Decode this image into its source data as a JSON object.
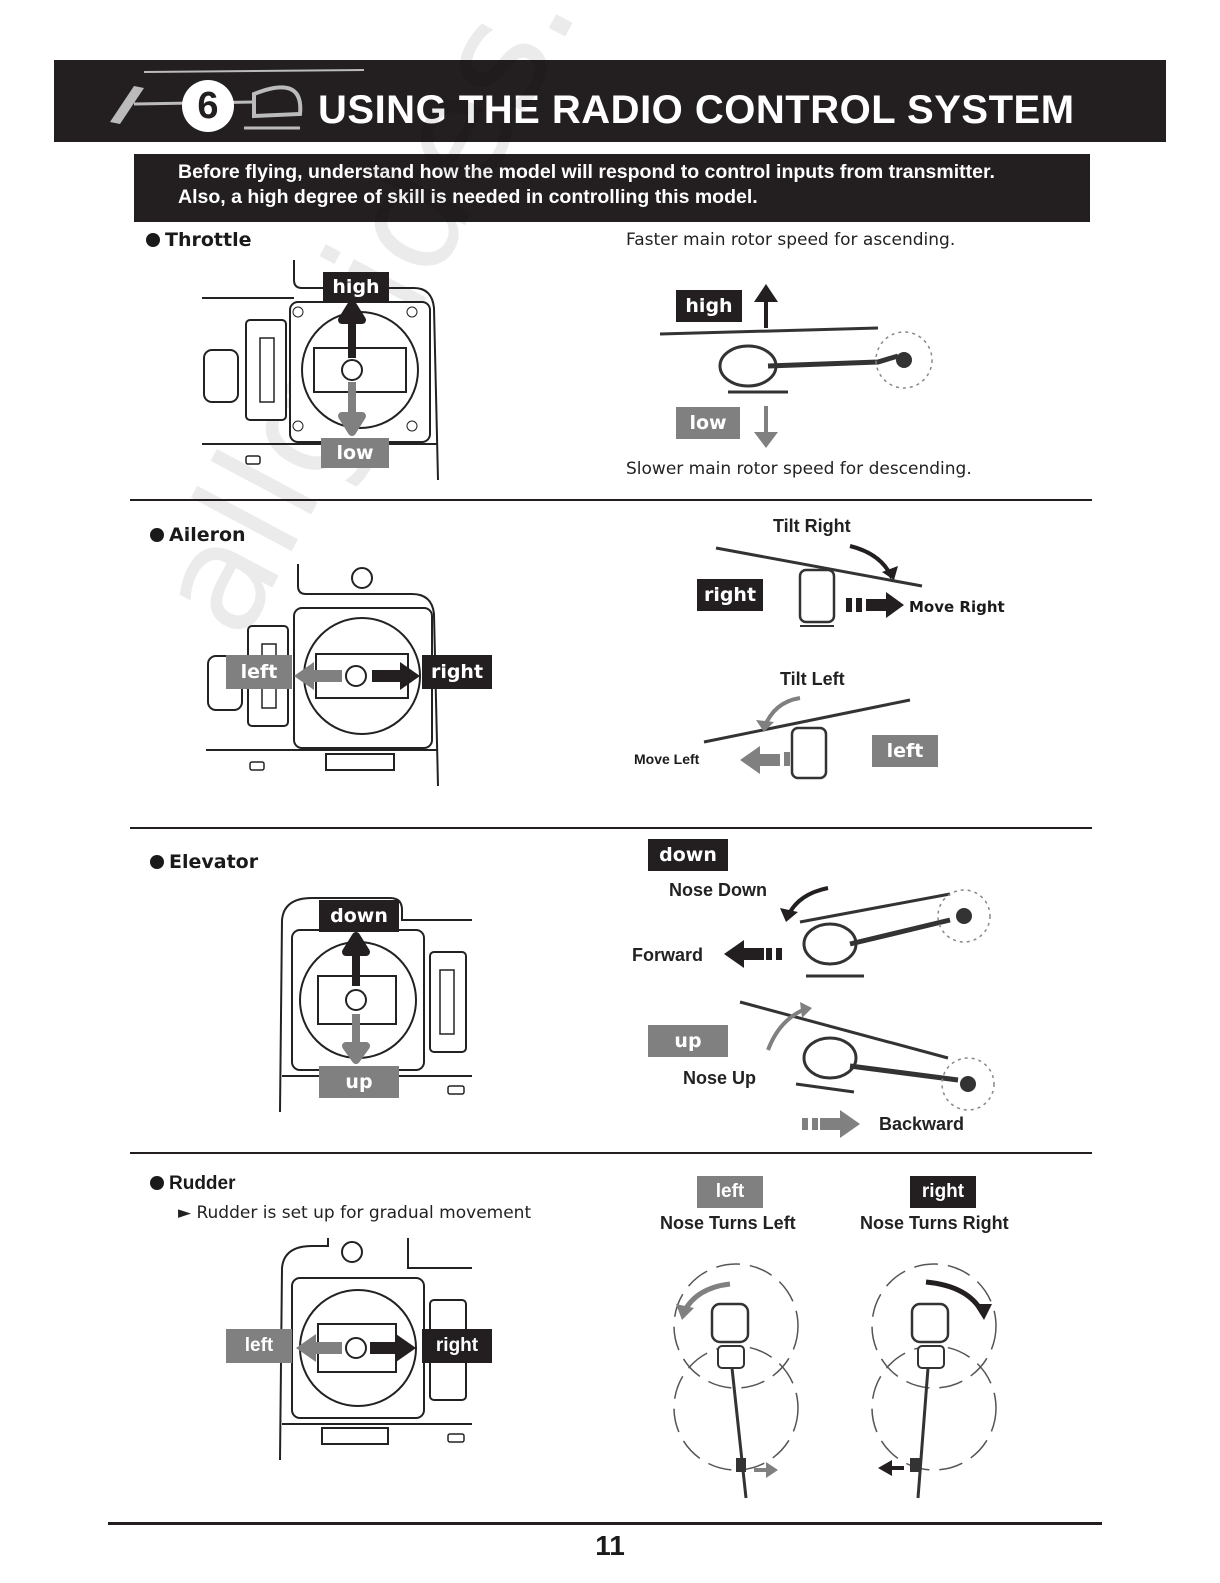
{
  "header": {
    "chapter_number": "6",
    "title": "USING THE RADIO CONTROL SYSTEM"
  },
  "intro": {
    "line1": "Before flying, understand how the model will respond to control inputs from transmitter.",
    "line2": "Also, a high degree of skill is needed in controlling this model."
  },
  "throttle": {
    "heading": "Throttle",
    "stick_up": "high",
    "stick_down": "low",
    "note_top": "Faster main rotor speed for ascending.",
    "note_bottom": "Slower main rotor speed for descending.",
    "heli_up": "high",
    "heli_down": "low"
  },
  "aileron": {
    "heading": "Aileron",
    "stick_left": "left",
    "stick_right": "right",
    "tilt_right": "Tilt Right",
    "move_right": "Move Right",
    "right_label": "right",
    "tilt_left": "Tilt Left",
    "move_left": "Move Left",
    "left_label": "left"
  },
  "elevator": {
    "heading": "Elevator",
    "stick_up": "down",
    "stick_down": "up",
    "down_label": "down",
    "nose_down": "Nose Down",
    "forward": "Forward",
    "up_label": "up",
    "nose_up": "Nose Up",
    "backward": "Backward"
  },
  "rudder": {
    "heading": "Rudder",
    "note": "Rudder is set up for gradual movement",
    "stick_left": "left",
    "stick_right": "right",
    "left_label": "left",
    "right_label": "right",
    "nose_left": "Nose Turns Left",
    "nose_right": "Nose Turns Right"
  },
  "watermark": "allguides.com",
  "page_number": "11"
}
